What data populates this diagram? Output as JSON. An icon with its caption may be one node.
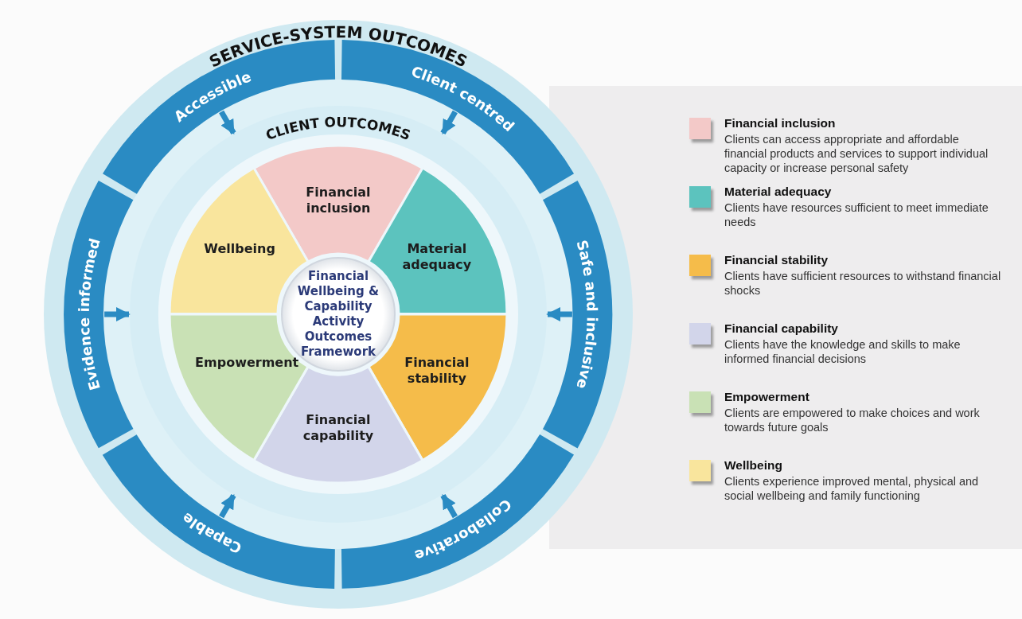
{
  "diagram": {
    "nodes": [
      {
        "text": [
          "SERVICE-SYSTEM OUTCOMES"
        ]
      },
      {
        "text": [
          "Accessible"
        ],
        "in": 0
      },
      {
        "text": [
          "Client centred"
        ],
        "in": 0
      },
      {
        "text": [
          "Safe and inclusive"
        ],
        "in": 0
      },
      {
        "text": [
          "Collaborative"
        ],
        "in": 0
      },
      {
        "text": [
          "Capable"
        ],
        "in": 0
      },
      {
        "text": [
          "Evidence informed"
        ],
        "in": 0
      },
      {
        "text": [
          "CLIENT OUTCOMES"
        ],
        "in": 0
      },
      {
        "text": [
          "Financial inclusion"
        ],
        "in": 7
      },
      {
        "text": [
          "Material adequacy"
        ],
        "in": 7
      },
      {
        "text": [
          "Financial stability"
        ],
        "in": 7
      },
      {
        "text": [
          "Financial capability"
        ],
        "in": 7
      },
      {
        "text": [
          "Empowerment"
        ],
        "in": 7
      },
      {
        "text": [
          "Wellbeing"
        ],
        "in": 7
      },
      {
        "text": [
          "Financial Wellbeing & Capability Activity Outcomes Framework"
        ],
        "in": 7
      }
    ],
    "edges": [
      {
        "from": 1,
        "to": 7,
        "arrow": "to"
      },
      {
        "from": 2,
        "to": 7,
        "arrow": "to"
      },
      {
        "from": 3,
        "to": 7,
        "arrow": "to"
      },
      {
        "from": 4,
        "to": 7,
        "arrow": "to"
      },
      {
        "from": 5,
        "to": 7,
        "arrow": "to"
      },
      {
        "from": 6,
        "to": 7,
        "arrow": "to"
      }
    ],
    "labels": [
      "Clients can access appropriate and affordable financial products and services to support individual capacity or increase personal safety",
      "Clients have resources sufficient to meet immediate needs",
      "Clients have sufficient resources to withstand financial shocks",
      "Clients have the knowledge and skills to make informed financial decisions",
      "Clients are empowered to make choices and work towards future goals",
      "Clients experience improved mental, physical and social wellbeing and family functioning"
    ],
    "legend": [
      {
        "text": "Financial inclusion",
        "color": "#f3c9c8"
      },
      {
        "text": "Material adequacy",
        "color": "#5cc3be"
      },
      {
        "text": "Financial stability",
        "color": "#f5bc4a"
      },
      {
        "text": "Financial capability",
        "color": "#d2d5ea"
      },
      {
        "text": "Empowerment",
        "color": "#c9e1b5"
      },
      {
        "text": "Wellbeing",
        "color": "#f9e59d"
      }
    ]
  }
}
